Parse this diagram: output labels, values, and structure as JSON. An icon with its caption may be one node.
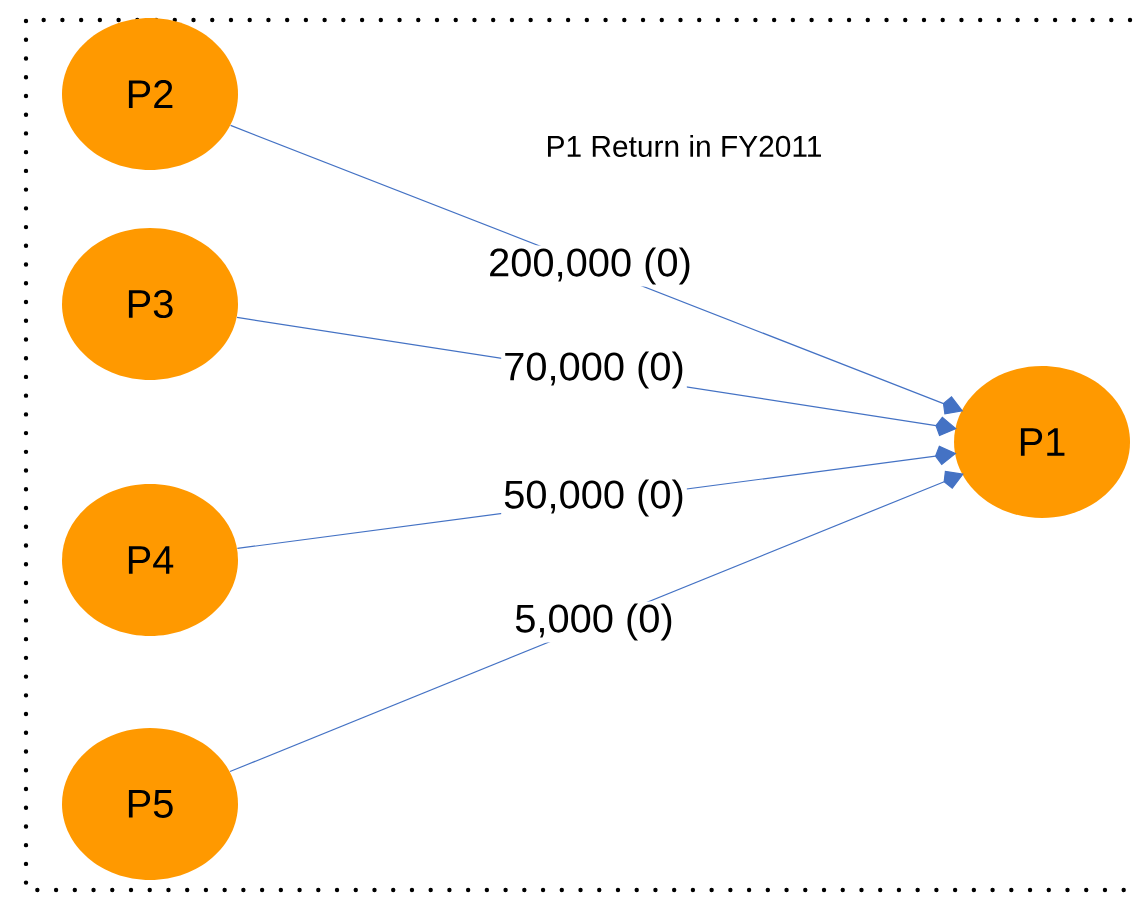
{
  "diagram": {
    "nodes": [
      {
        "text": [
          "P2"
        ]
      },
      {
        "text": [
          "P3"
        ]
      },
      {
        "text": [
          "P4"
        ]
      },
      {
        "text": [
          "P5"
        ]
      },
      {
        "text": [
          "P1"
        ]
      }
    ],
    "edges": [
      {
        "from": 0,
        "to": 4,
        "arrow": "to",
        "label": "200,000 (0)"
      },
      {
        "from": 1,
        "to": 4,
        "arrow": "to",
        "label": "70,000 (0)"
      },
      {
        "from": 2,
        "to": 4,
        "arrow": "to",
        "label": "50,000 (0)"
      },
      {
        "from": 3,
        "to": 4,
        "arrow": "to",
        "label": "5,000 (0)"
      }
    ],
    "labels": [
      "P1 Return in FY2011"
    ]
  }
}
